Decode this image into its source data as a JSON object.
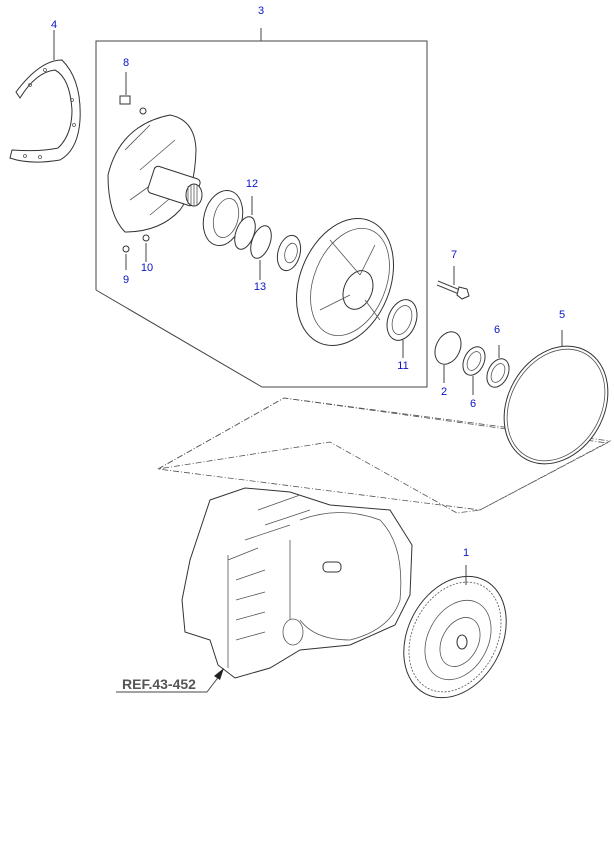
{
  "diagram": {
    "title": "Transaxle oil pump & torque converter exploded view",
    "callouts": [
      {
        "id": "c1",
        "label": "1",
        "part": "torque-converter"
      },
      {
        "id": "c2",
        "label": "2",
        "part": "o-ring"
      },
      {
        "id": "c3",
        "label": "3",
        "part": "oil-pump-assembly"
      },
      {
        "id": "c4",
        "label": "4",
        "part": "oil-pump-gasket"
      },
      {
        "id": "c5",
        "label": "5",
        "part": "large-o-ring"
      },
      {
        "id": "c6a",
        "label": "6",
        "part": "oil-seal"
      },
      {
        "id": "c6b",
        "label": "6",
        "part": "oil-seal"
      },
      {
        "id": "c7",
        "label": "7",
        "part": "flange-bolt"
      },
      {
        "id": "c8",
        "label": "8",
        "part": "plug-bolt"
      },
      {
        "id": "c9",
        "label": "9",
        "part": "steel-ball"
      },
      {
        "id": "c10",
        "label": "10",
        "part": "steel-ball"
      },
      {
        "id": "c11",
        "label": "11",
        "part": "pump-oil-seal"
      },
      {
        "id": "c12",
        "label": "12",
        "part": "seal-ring"
      },
      {
        "id": "c13",
        "label": "13",
        "part": "seal-ring"
      }
    ],
    "reference_label": "REF.43-452",
    "colors": {
      "callout": "#0a14c8",
      "line": "#444444",
      "ref_text": "#555555"
    }
  }
}
